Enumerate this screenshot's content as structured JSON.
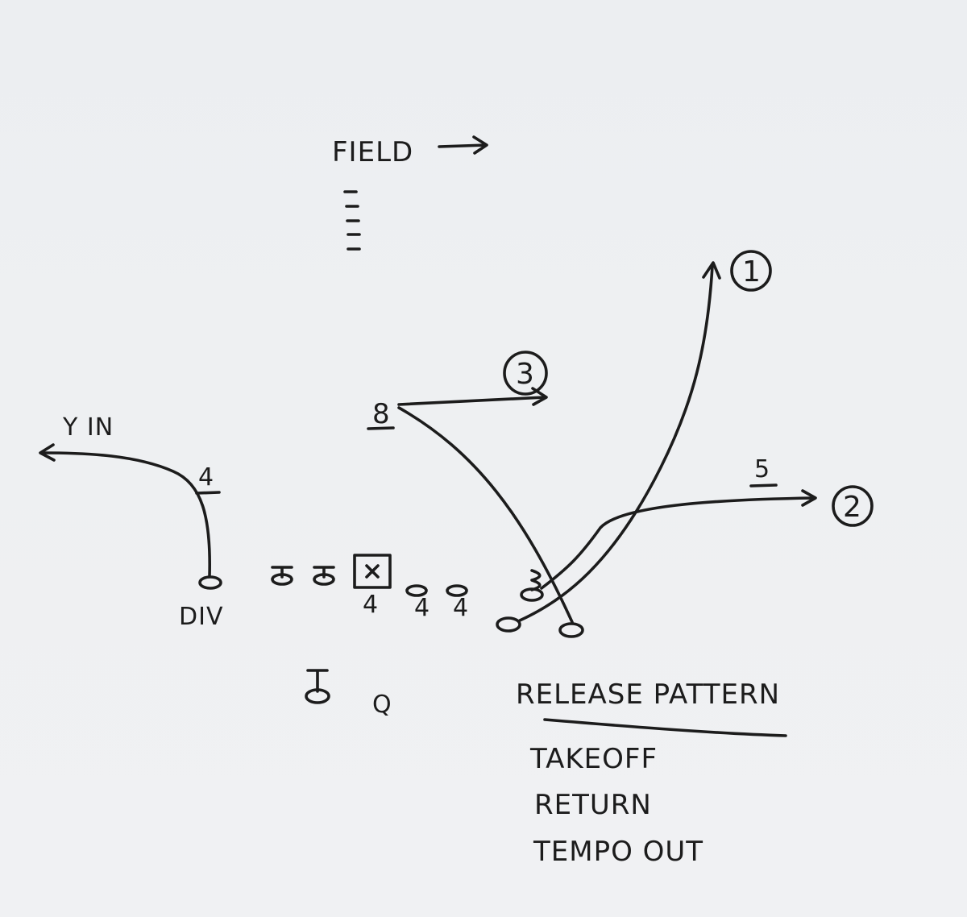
{
  "board": {
    "field_label": "FIELD",
    "route_labels": {
      "left": "Y IN",
      "alignment": "DIV"
    },
    "numbers": {
      "n4": "4",
      "n8": "8",
      "n5": "5",
      "q": "Q",
      "line_marks": [
        "4",
        "4",
        "4"
      ]
    },
    "circled": {
      "c1": "1",
      "c2": "2",
      "c3": "3"
    },
    "release": {
      "title": "RELEASE PATTERN",
      "items": [
        "TAKEOFF",
        "RETURN",
        "TEMPO OUT"
      ]
    },
    "ink_color": "#1c1c1c",
    "board_color": "#eceef1"
  }
}
